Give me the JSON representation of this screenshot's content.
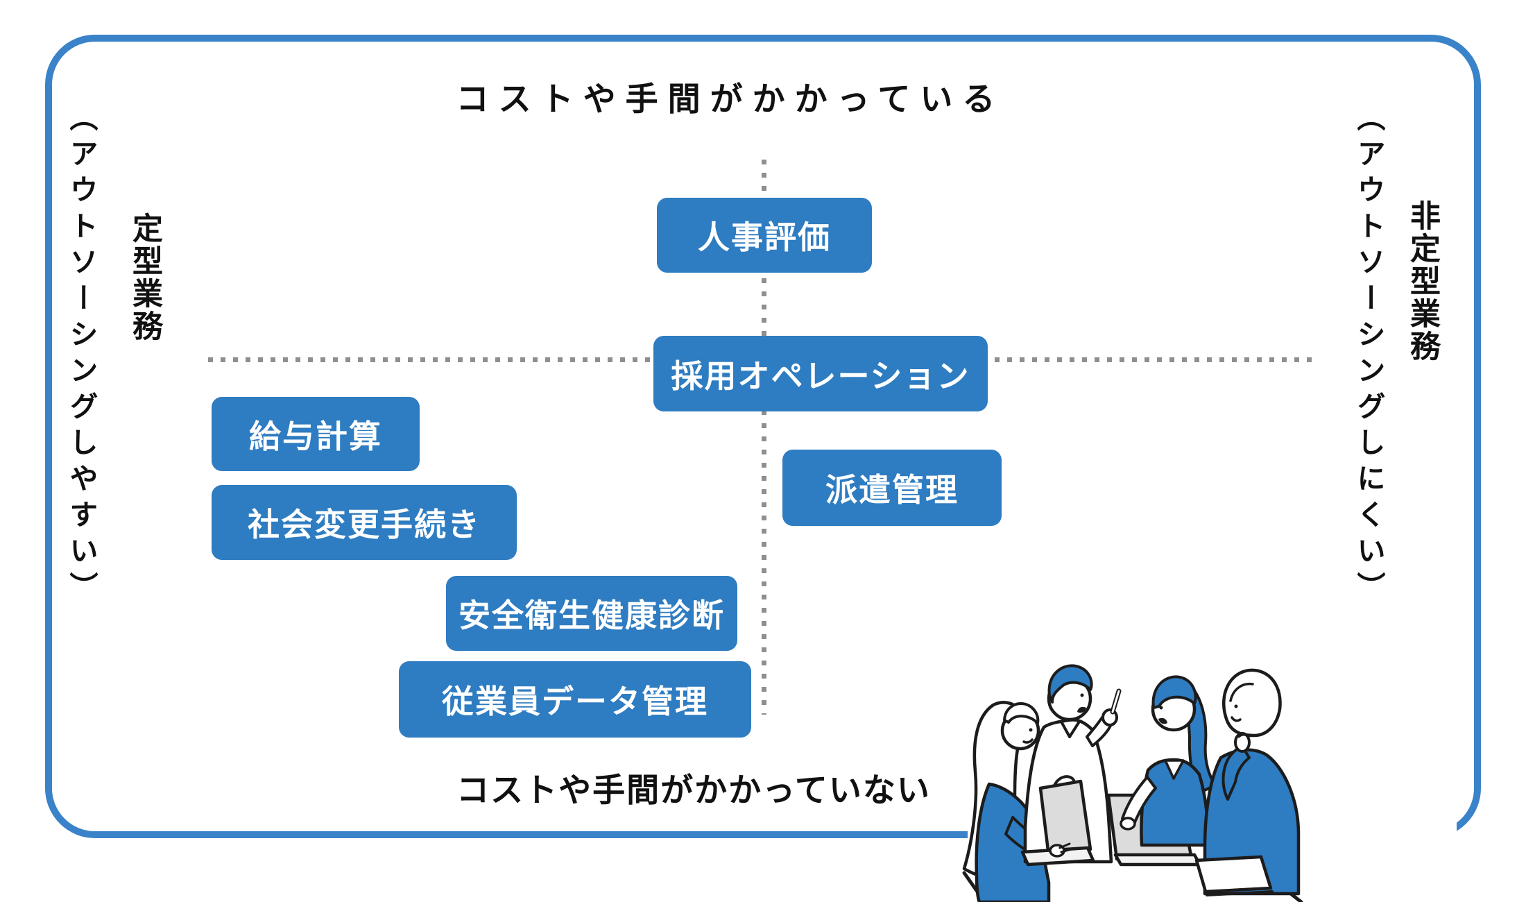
{
  "axes": {
    "top": "コストや手間がかかっている",
    "bottom": "コストや手間がかかっていない",
    "left_primary": "定型業務",
    "left_secondary": "（アウトソーシングしやすい）",
    "right_primary": "非定型業務",
    "right_secondary": "（アウトソーシングしにくい）"
  },
  "boxes": [
    {
      "label": "人事評価"
    },
    {
      "label": "採用オペレーション"
    },
    {
      "label": "給与計算"
    },
    {
      "label": "社会変更手続き"
    },
    {
      "label": "派遣管理"
    },
    {
      "label": "安全衛生健康診断"
    },
    {
      "label": "従業員データ管理"
    }
  ],
  "colors": {
    "box_blue": "#2e7cc1",
    "frame_blue": "#3a83c9",
    "dot_gray": "#8f8f8f",
    "text_black": "#111111",
    "illu_blue": "#2e7cc1",
    "laptop_gray": "#dcdcdc"
  }
}
